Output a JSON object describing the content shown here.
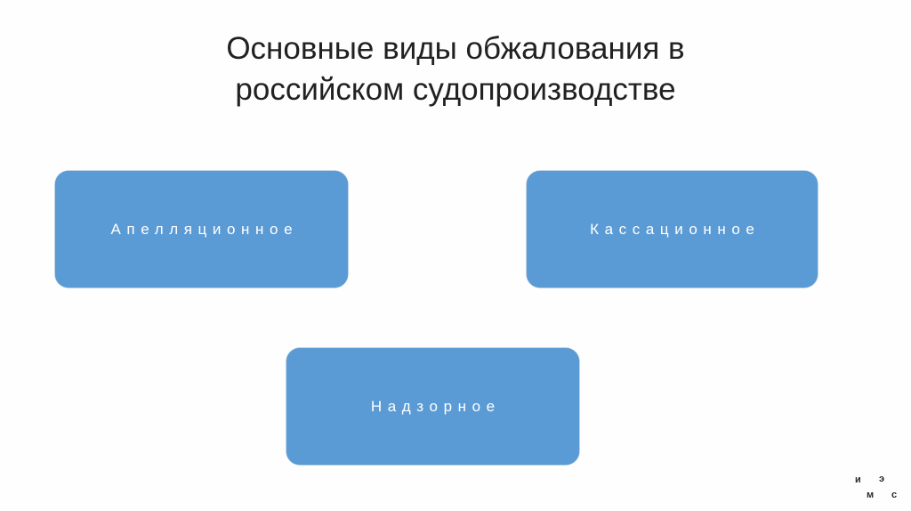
{
  "slide": {
    "background_color": "#fefefe",
    "title": "Основные виды обжалования в\nроссийском судопроизводстве",
    "title_color": "#212121"
  },
  "diagram": {
    "node_fill_color": "#5b9bd5",
    "node_text_color": "#ffffff",
    "nodes": [
      {
        "id": "appeal",
        "label": "Апелляционное"
      },
      {
        "id": "cassation",
        "label": "Кассационное"
      },
      {
        "id": "supervisory",
        "label": "Надзорное"
      }
    ]
  },
  "watermark": {
    "letters": {
      "top_left": "и",
      "top_right": "э",
      "bottom_left": "м",
      "bottom_right": "с"
    }
  }
}
